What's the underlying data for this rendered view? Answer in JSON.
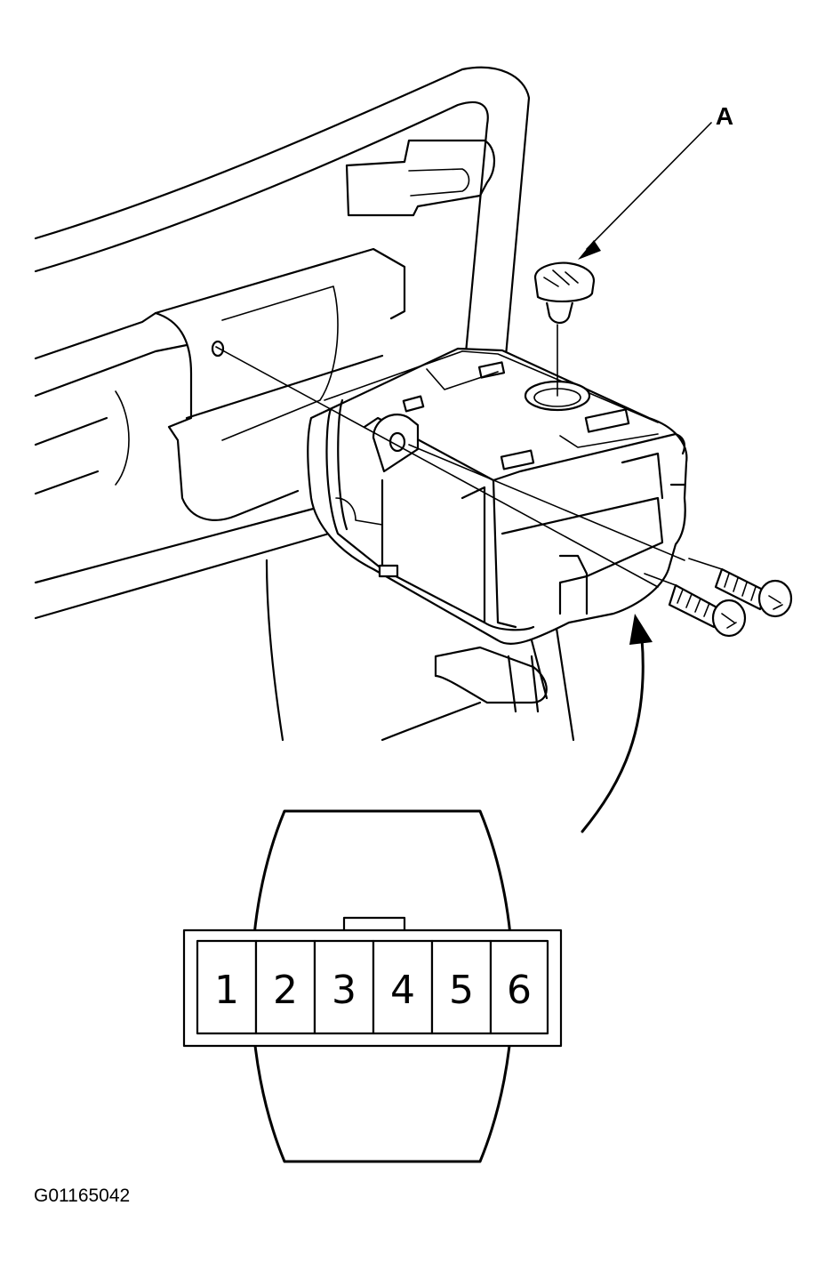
{
  "callout": {
    "label": "A"
  },
  "connector": {
    "pins": [
      "1",
      "2",
      "3",
      "4",
      "5",
      "6"
    ]
  },
  "figure_code": "G01165042"
}
